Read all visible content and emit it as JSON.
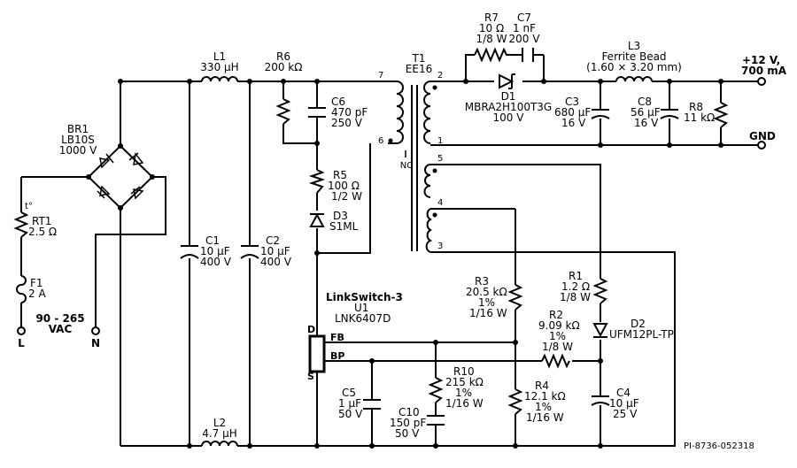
{
  "components": {
    "r7": {
      "ref": "R7",
      "value": "10 Ω",
      "rating": "1/8 W"
    },
    "c7": {
      "ref": "C7",
      "value": "1 nF",
      "rating": "200 V"
    },
    "l1": {
      "ref": "L1",
      "value": "330 µH"
    },
    "r6": {
      "ref": "R6",
      "value": "200 kΩ"
    },
    "t1": {
      "ref": "T1",
      "value": "EE16",
      "pins": [
        "7",
        "6",
        "2",
        "1",
        "5",
        "4",
        "3"
      ],
      "nc": "NC"
    },
    "l3": {
      "ref": "L3",
      "value": "Ferrite Bead",
      "size": "(1.60 × 3.20 mm)"
    },
    "br1": {
      "ref": "BR1",
      "value": "LB10S",
      "rating": "1000 V"
    },
    "c6": {
      "ref": "C6",
      "value": "470 pF",
      "rating": "250 V"
    },
    "d1": {
      "ref": "D1",
      "value": "MBRA2H100T3G",
      "rating": "100 V"
    },
    "c3": {
      "ref": "C3",
      "value": "680 µF",
      "rating": "16 V"
    },
    "c8": {
      "ref": "C8",
      "value": "56 µF",
      "rating": "16 V"
    },
    "r8": {
      "ref": "R8",
      "value": "11 kΩ"
    },
    "rt1": {
      "ref": "RT1",
      "value": "2.5 Ω",
      "symbol": "t°"
    },
    "r5": {
      "ref": "R5",
      "value": "100 Ω",
      "rating": "1/2 W"
    },
    "d3": {
      "ref": "D3",
      "value": "S1ML"
    },
    "c1": {
      "ref": "C1",
      "value": "10 µF",
      "rating": "400 V"
    },
    "c2": {
      "ref": "C2",
      "value": "10 µF",
      "rating": "400 V"
    },
    "f1": {
      "ref": "F1",
      "value": "2 A"
    },
    "u1": {
      "ref": "U1",
      "family": "LinkSwitch-3",
      "value": "LNK6407D",
      "pin_d": "D",
      "pin_fb": "FB",
      "pin_bp": "BP",
      "pin_s": "S"
    },
    "r3": {
      "ref": "R3",
      "value": "20.5 kΩ",
      "tol": "1%",
      "rating": "1/16 W"
    },
    "r1": {
      "ref": "R1",
      "value": "1.2 Ω",
      "rating": "1/8 W"
    },
    "r2": {
      "ref": "R2",
      "value": "9.09 kΩ",
      "tol": "1%",
      "rating": "1/8 W"
    },
    "d2": {
      "ref": "D2",
      "value": "UFM12PL-TP"
    },
    "r10": {
      "ref": "R10",
      "value": "215 kΩ",
      "tol": "1%",
      "rating": "1/16 W"
    },
    "r4": {
      "ref": "R4",
      "value": "12.1 kΩ",
      "tol": "1%",
      "rating": "1/16 W"
    },
    "c5": {
      "ref": "C5",
      "value": "1 µF",
      "rating": "50 V"
    },
    "c4": {
      "ref": "C4",
      "value": "10 µF",
      "rating": "25 V"
    },
    "c10": {
      "ref": "C10",
      "value": "150 pF",
      "rating": "50 V"
    },
    "l2": {
      "ref": "L2",
      "value": "4.7 µH"
    }
  },
  "io": {
    "output_voltage": "+12 V,",
    "output_current": "700 mA",
    "gnd": "GND",
    "input_range": "90 - 265",
    "input_type": "VAC",
    "line": "L",
    "neutral": "N"
  },
  "footer": {
    "drawing_id": "PI-8736-052318"
  }
}
